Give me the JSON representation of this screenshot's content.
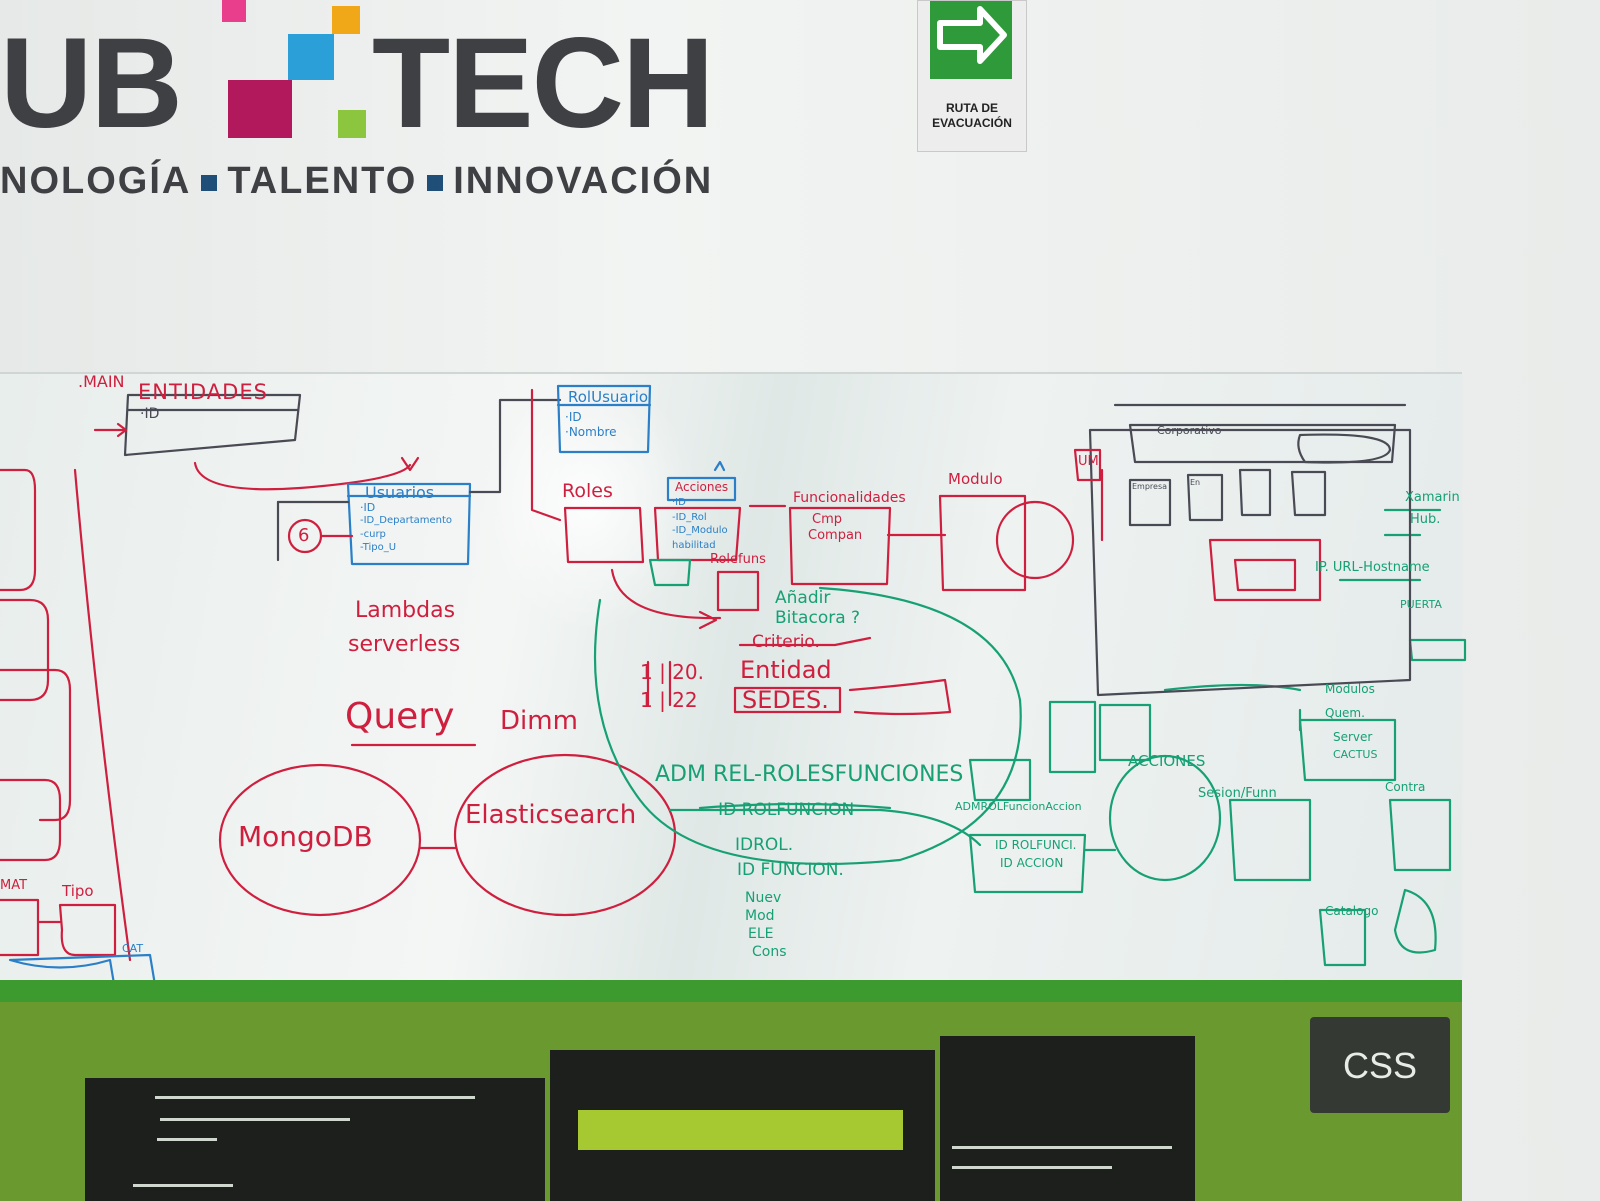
{
  "logo": {
    "left_text": "UB",
    "right_text": "TECH",
    "tagline_1": "NOLOGÍA",
    "tagline_2": "TALENTO",
    "tagline_3": "INNOVACIÓN",
    "square_colors": [
      "#e83e8c",
      "#f0a818",
      "#2a9fd8",
      "#b2185c",
      "#8cc63f"
    ]
  },
  "evacuation_sign": {
    "line1": "RUTA DE",
    "line2": "EVACUACIÓN",
    "icon": "exit-arrow-icon"
  },
  "whiteboard": {
    "ink_colors": {
      "red": "#cf1f3f",
      "blue": "#2a7fc8",
      "green": "#17a074"
    },
    "entidad": {
      "prefix": ".MAIN",
      "title": "ENTIDADES",
      "field1": "·ID"
    },
    "rolusuario": {
      "title": "RolUsuario",
      "field1": "·ID",
      "field2": "·Nombre"
    },
    "usuarios": {
      "title": "Usuarios",
      "fields": [
        "·ID",
        "-ID_Departamento",
        "-curp",
        "-Tipo_U"
      ]
    },
    "roles": "Roles",
    "acciones": {
      "title": "Acciones",
      "fields": [
        "·ID",
        "-ID_Rol",
        "-ID_Modulo",
        "habilitad"
      ]
    },
    "rolefuns": "Rolefuns",
    "funcionalidades": {
      "title": "Funcionalidades",
      "body1": "Cmp",
      "body2": "Compan"
    },
    "modulo": "Modulo",
    "circle_number": "6",
    "lambdas": "Lambdas",
    "serverless": "serverless",
    "query": "Query",
    "query_suffix": "Dimm",
    "anadir": "Añadir",
    "bitacora": "Bitacora ?",
    "criterio": "Criterio.",
    "entidad_word": "Entidad",
    "sedes": "SEDES.",
    "nums_1": "1 | 20.",
    "nums_2": "1 | 22",
    "mongo": "MongoDB",
    "elastic": "Elasticsearch",
    "adm_title": "ADM REL-ROLESFUNCIONES",
    "adm_fields": [
      "-ID ROLFUNCION",
      "IDROL.",
      "ID FUNCION."
    ],
    "adm_extra": [
      "Nuev",
      "Mod",
      "ELE",
      "Cons"
    ],
    "acciones_green": "ACCIONES",
    "admrol_title": "ADMROLFuncionAccion",
    "admrol_fields": [
      "ID ROLFUNCI.",
      "ID ACCION"
    ],
    "sesionfun": "Sesion/Funn",
    "corporativo": "Corporativo",
    "mock_labels": [
      "Empresa",
      "En"
    ],
    "mock_side": "UM",
    "right_notes": [
      "Xamarin",
      "Hub.",
      "IP. URL-Hostname",
      "PUERTA"
    ],
    "modulos": {
      "title": "Modulos",
      "items": [
        "Quem.",
        "Server",
        "CACTUS"
      ]
    },
    "left_labels": [
      "MAT",
      "Tipo",
      "CAT"
    ],
    "catalogo": "Catalogo",
    "contra": "Contra"
  },
  "css_badge": "CSS"
}
